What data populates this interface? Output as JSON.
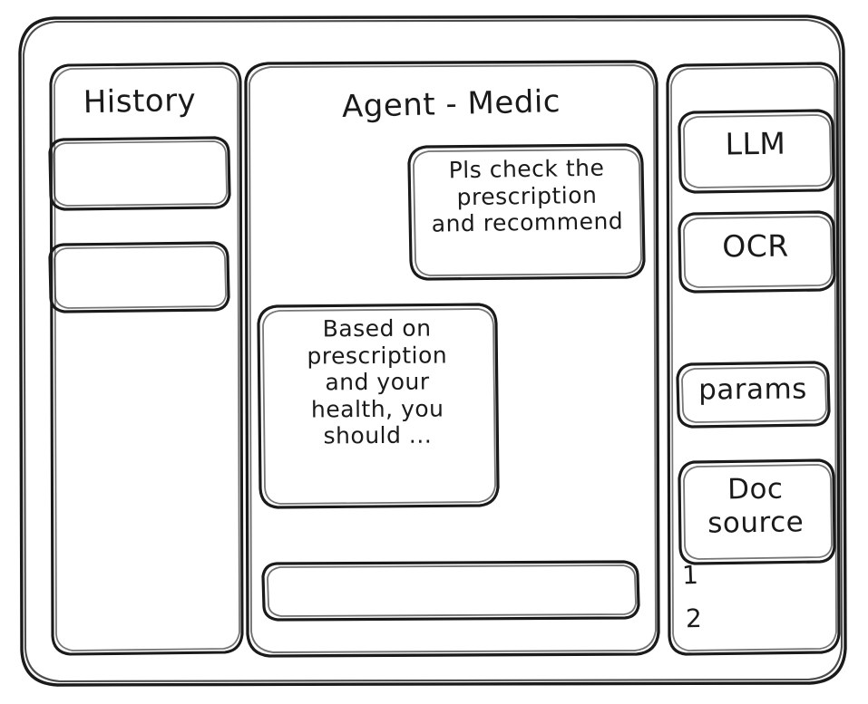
{
  "meta": {
    "style": "hand-drawn wireframe sketch",
    "stroke_color": "#1a1a1a",
    "background_color": "#ffffff"
  },
  "window": {
    "name": "app-window-frame"
  },
  "sidebar": {
    "title": "History",
    "items": [
      {
        "label": "",
        "name": "history-item-1"
      },
      {
        "label": "",
        "name": "history-item-2"
      }
    ]
  },
  "main": {
    "title": "Agent - Medic",
    "messages": [
      {
        "role": "user",
        "text": "Pls check the\nprescription\nand recommend",
        "align": "right"
      },
      {
        "role": "assistant",
        "text": "Based on\nprescription\nand your\nhealth, you\nshould ...",
        "align": "left"
      }
    ],
    "composer": {
      "value": "",
      "placeholder": ""
    }
  },
  "rightpanel": {
    "buttons": [
      {
        "label": "LLM",
        "name": "llm-button"
      },
      {
        "label": "OCR",
        "name": "ocr-button"
      },
      {
        "label": "params",
        "name": "params-button"
      }
    ],
    "doc_source": {
      "label": "Doc\nsource"
    },
    "doc_source_items": [
      {
        "label": "1"
      },
      {
        "label": "2"
      }
    ]
  }
}
